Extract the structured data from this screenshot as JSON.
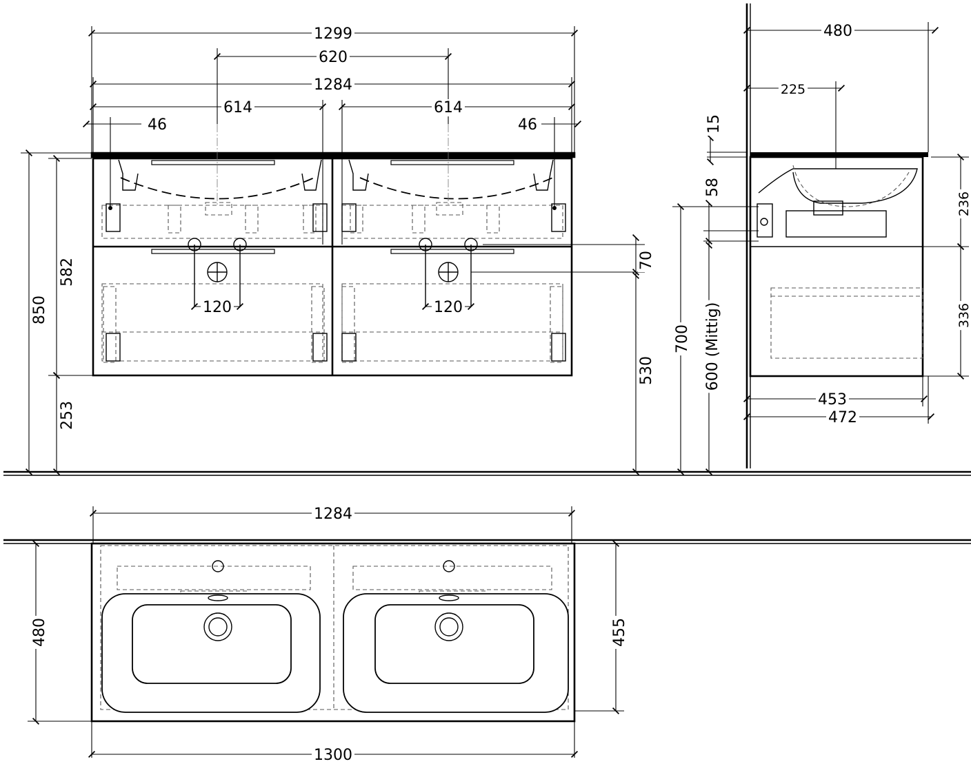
{
  "front_view": {
    "overall_width": "1299",
    "tap_spacing": "620",
    "cabinet_width": "1284",
    "left_half_width": "614",
    "right_half_width": "614",
    "left_inset": "46",
    "right_inset": "46",
    "total_height": "850",
    "cabinet_height": "582",
    "floor_clearance": "253",
    "left_drain_spacing": "120",
    "right_drain_spacing": "120",
    "drain_offset": "70",
    "drain_height": "530"
  },
  "side_view": {
    "depth_top": "480",
    "tap_center": "225",
    "top_thickness": "15",
    "upper_drawer": "236",
    "lower_drawer": "336",
    "gap": "58",
    "mount_height": "700",
    "drain_center": "600 (Mittig)",
    "cabinet_depth": "453",
    "cabinet_depth_total": "472"
  },
  "top_view": {
    "cabinet_width": "1284",
    "top_depth": "480",
    "cabinet_depth": "455",
    "top_width": "1300"
  }
}
